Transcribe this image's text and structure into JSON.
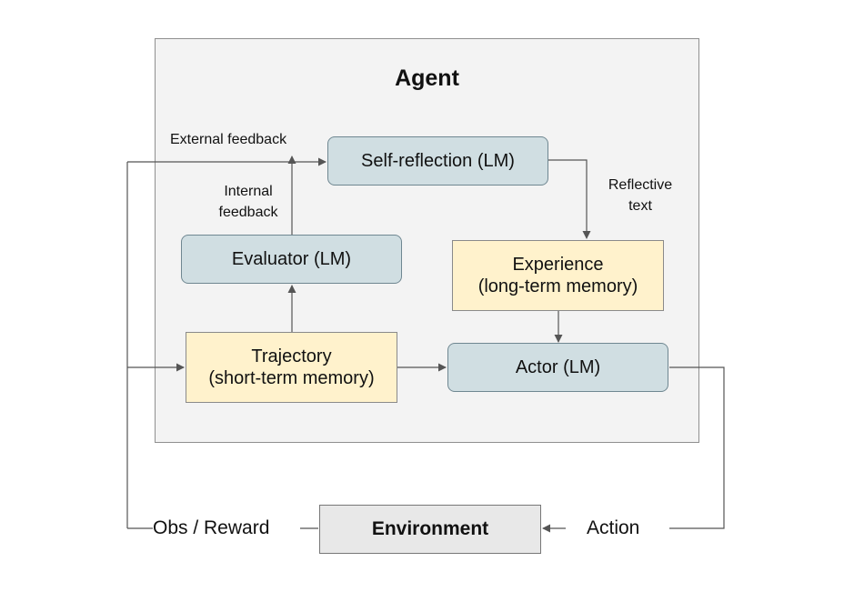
{
  "agent": {
    "title": "Agent"
  },
  "nodes": {
    "self_reflection": "Self-reflection (LM)",
    "evaluator": "Evaluator (LM)",
    "experience": {
      "line1": "Experience",
      "line2": "(long-term memory)"
    },
    "trajectory": {
      "line1": "Trajectory",
      "line2": "(short-term memory)"
    },
    "actor": "Actor (LM)",
    "environment": "Environment"
  },
  "labels": {
    "external_feedback": "External feedback",
    "internal_feedback": {
      "line1": "Internal",
      "line2": "feedback"
    },
    "reflective_text": {
      "line1": "Reflective",
      "line2": "text"
    },
    "obs_reward": "Obs / Reward",
    "action": "Action"
  },
  "colors": {
    "lm_fill": "#d0dee2",
    "memory_fill": "#fff2cc",
    "environment_fill": "#e8e8e8",
    "agent_fill": "#f3f3f3",
    "arrow": "#555555"
  }
}
